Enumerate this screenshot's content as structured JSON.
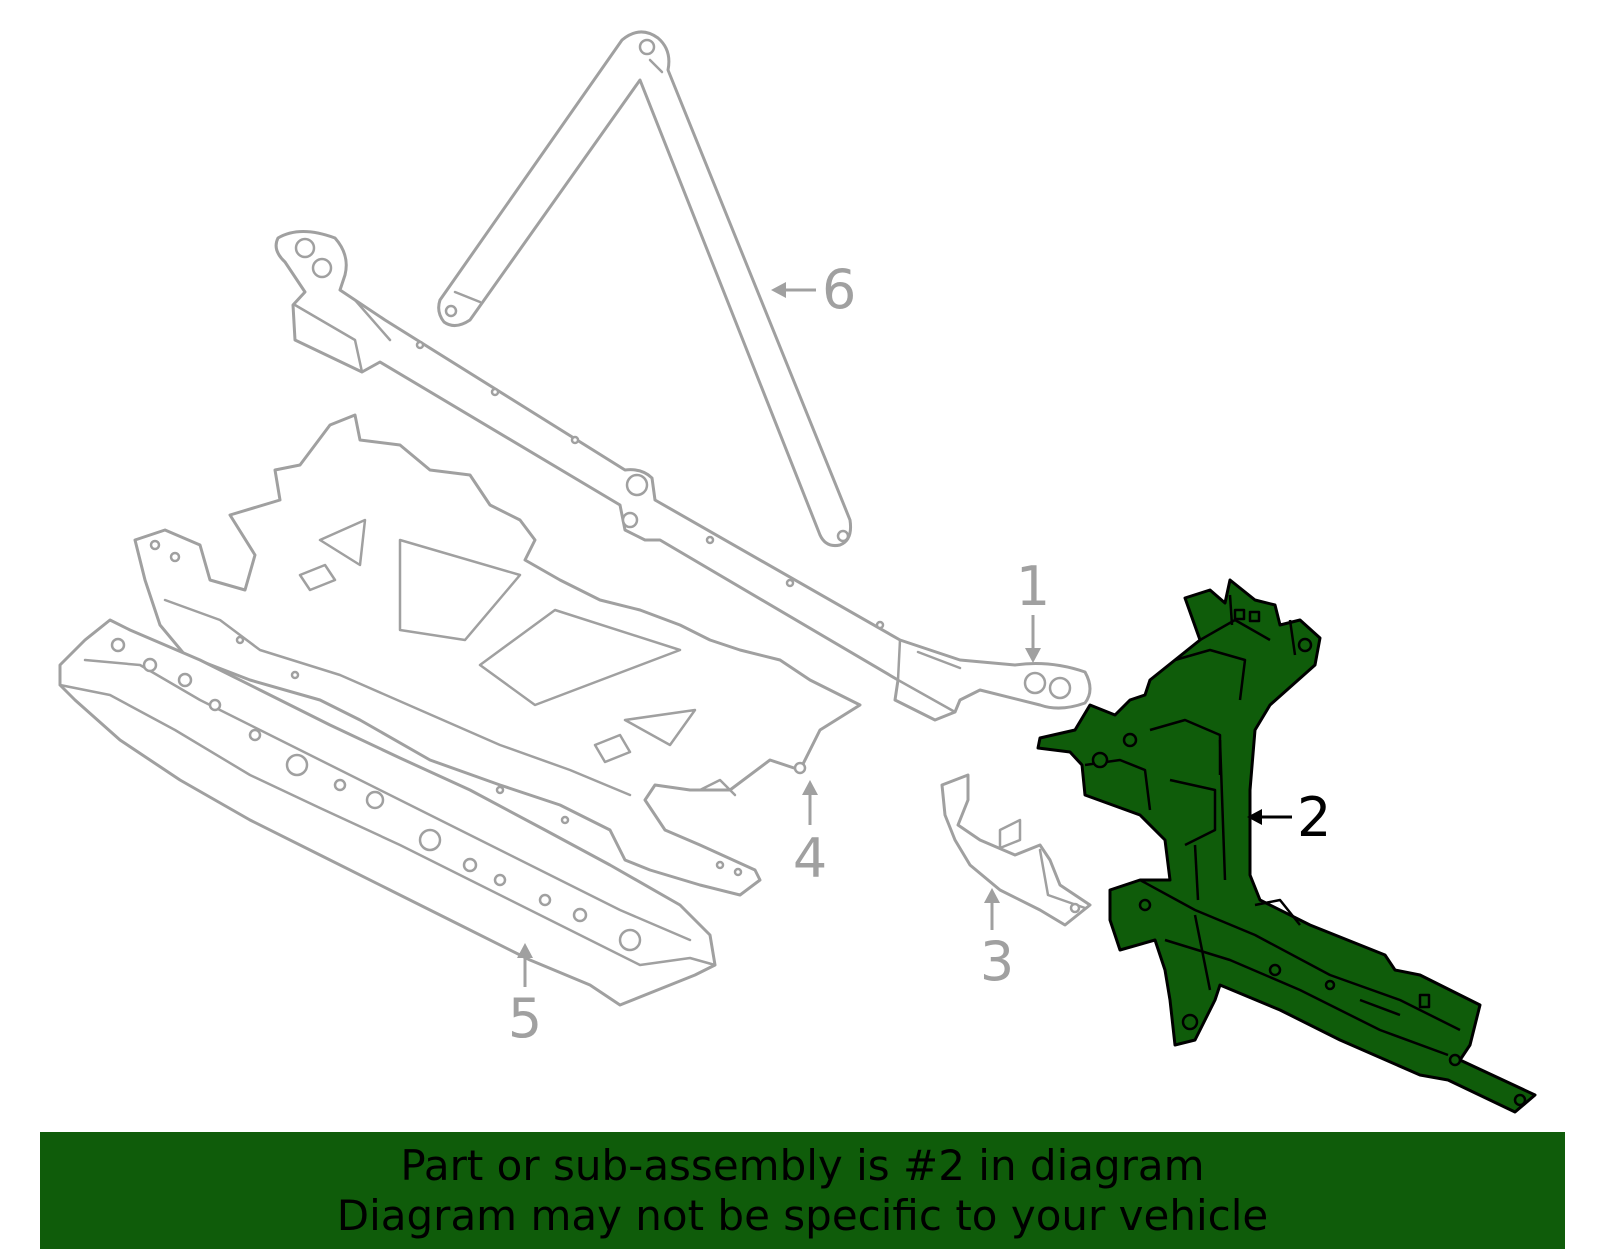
{
  "colors": {
    "highlight": "#0f5c0a",
    "highlight_outline": "#000000",
    "unselected_part": "#a0a0a0",
    "banner_background": "#0f5c0a",
    "banner_text": "#000000"
  },
  "highlighted_part": "2",
  "callouts": [
    {
      "id": "1",
      "label": "1"
    },
    {
      "id": "2",
      "label": "2"
    },
    {
      "id": "3",
      "label": "3"
    },
    {
      "id": "4",
      "label": "4"
    },
    {
      "id": "5",
      "label": "5"
    },
    {
      "id": "6",
      "label": "6"
    }
  ],
  "banner": {
    "line1": "Part or sub-assembly is #2 in diagram",
    "line2": "Diagram may not be specific to your vehicle"
  }
}
